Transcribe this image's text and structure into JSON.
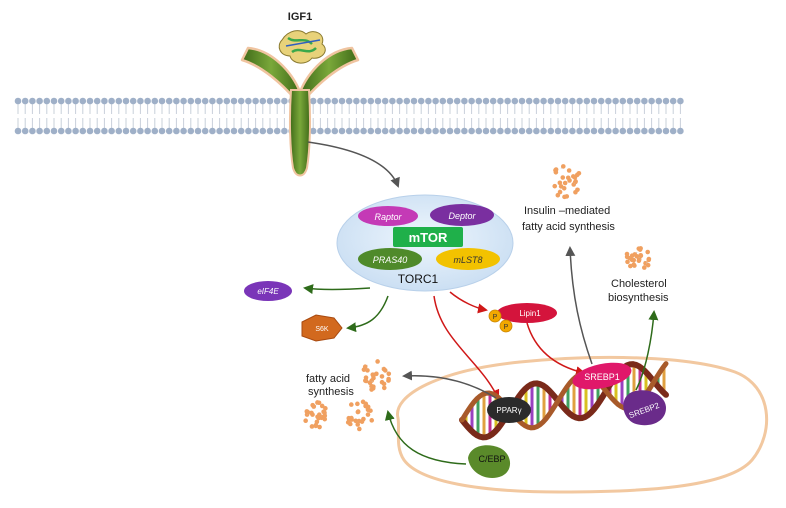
{
  "receptor": {
    "ligand_label": "IGF1"
  },
  "torc1": {
    "complex_label": "TORC1",
    "mtor_label": "mTOR",
    "raptor_label": "Raptor",
    "deptor_label": "Deptor",
    "pras40_label": "PRAS40",
    "mlst8_label": "mLST8"
  },
  "effectors": {
    "eif4e_label": "eIF4E",
    "s6k_label": "S6K",
    "lipin1_label": "Lipin1",
    "phospho_label": "P"
  },
  "nucleus": {
    "pparg_label": "PPARγ",
    "cebp_label": "C/EBP",
    "srebp1_label": "SREBP1",
    "srebp2_label": "SREBP2"
  },
  "outputs": {
    "fatty_acid_line1": "fatty acid",
    "fatty_acid_line2": "synthesis",
    "insulin_line1": "Insulin –mediated",
    "insulin_line2": "fatty acid synthesis",
    "cholesterol_line1": "Cholesterol",
    "cholesterol_line2": "biosynthesis"
  },
  "colors": {
    "membrane_head": "#9fb0c8",
    "receptor_green": "#5f8a28",
    "receptor_outline": "#f0c4a0",
    "complex_halo": "#cfe3f5",
    "mtor_green": "#1fb04a",
    "raptor_magenta": "#c43ab6",
    "deptor_purple": "#7a2fa0",
    "pras40_green": "#4f8a2a",
    "mlst8_yellow": "#f2c200",
    "eif4e_purple": "#7a35b8",
    "s6k_orange": "#d2691e",
    "lipin1_red": "#d4143c",
    "phospho_orange": "#f2a800",
    "pparg_dark": "#2b2b2b",
    "cebp_green": "#5a8a2a",
    "srebp1_pink": "#e0186a",
    "srebp2_purple": "#6a2b8a",
    "nucleus_outline": "#f2c8a0",
    "arrow_gray": "#555555",
    "arrow_red": "#d01818",
    "arrow_green": "#2e6b1a",
    "lipid_orange": "#f0a060"
  }
}
